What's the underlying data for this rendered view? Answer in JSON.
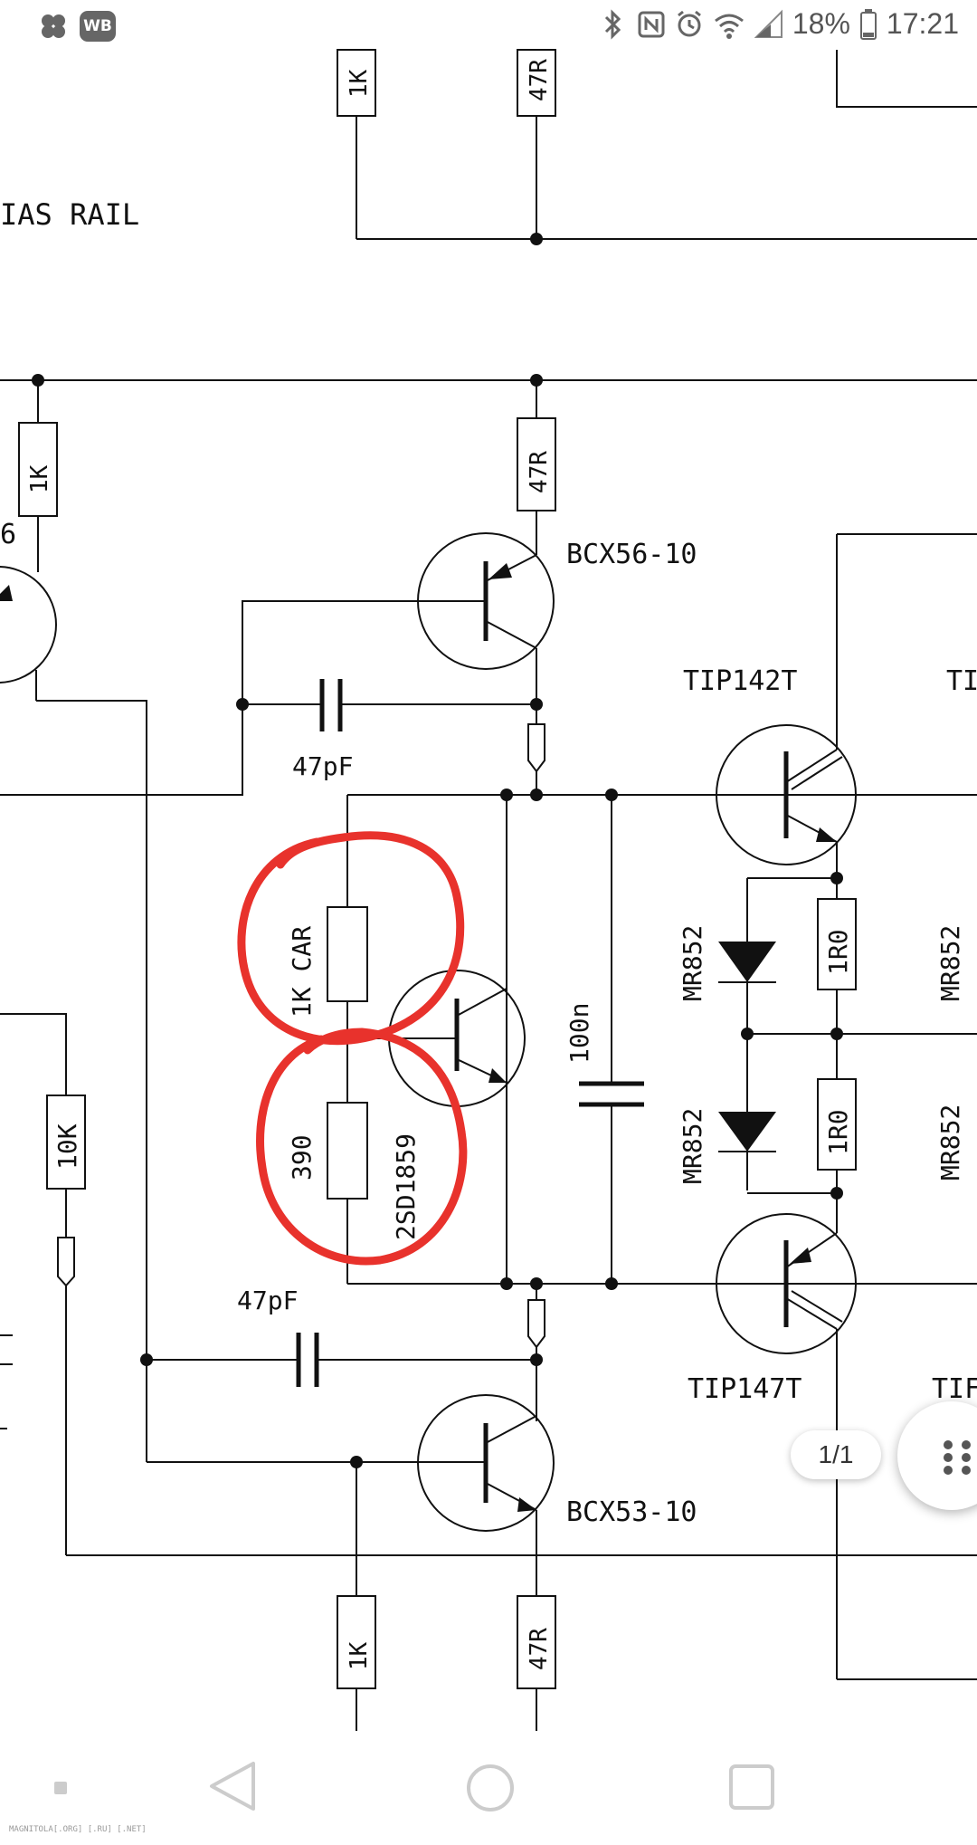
{
  "status_bar": {
    "app_icons": [
      "flower-app-icon",
      "wb-app-icon"
    ],
    "wb_badge": "WB",
    "icons": [
      "bluetooth-icon",
      "nfc-icon",
      "alarm-icon",
      "wifi-icon",
      "signal-icon"
    ],
    "battery_percent": "18%",
    "time": "17:21"
  },
  "schematic": {
    "labels": {
      "bias_rail": "IAS RAIL",
      "r_top_1k": "1K",
      "r_top_47r": "47R",
      "r_left_1k": "1K",
      "left_partial": "6",
      "r_mid_47r": "47R",
      "q_bcx56": "BCX56-10",
      "cap_top": "47pF",
      "q_tip142_1": "TIP142T",
      "q_tip142_2": "TI",
      "r_1k_car": "1K CAR",
      "r_390": "390",
      "q_2sd1859": "2SD1859",
      "cap_100n": "100n",
      "d_mr852_1": "MR852",
      "d_mr852_2": "MR852",
      "d_mr852_3": "MR852",
      "d_mr852_4": "MR852",
      "r_1r0_1": "1R0",
      "r_1r0_2": "1R0",
      "r_10k": "10K",
      "cap_bottom": "47pF",
      "q_tip147_1": "TIP147T",
      "q_tip147_2": "TIF",
      "q_bcx53": "BCX53-10",
      "r_bot_1k": "1K",
      "r_bot_47r": "47R"
    },
    "annotation_color": "#e8322c"
  },
  "page_indicator": "1/1",
  "fab_icon": "grid-dots-icon",
  "nav_bar": [
    "recents-dot-icon",
    "back-icon",
    "home-icon",
    "overview-icon"
  ],
  "watermark": "MAGNITOLA[.ORG] [.RU] [.NET]"
}
